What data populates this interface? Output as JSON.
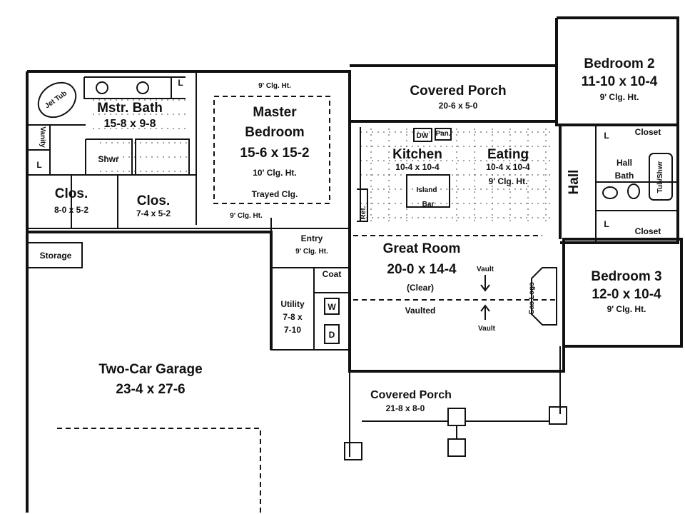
{
  "rooms": {
    "master_bath": {
      "name": "Mstr. Bath",
      "size": "15-8 x 9-8"
    },
    "jet_tub": "Jet Tub",
    "vanity": "Vanity",
    "shower": "Shwr",
    "linen": "L",
    "closet_1": {
      "name": "Clos.",
      "size": "8-0 x 5-2"
    },
    "closet_2": {
      "name": "Clos.",
      "size": "7-4 x 5-2"
    },
    "master_bedroom": {
      "name_1": "Master",
      "name_2": "Bedroom",
      "size": "15-6 x 15-2",
      "ceiling": "10' Clg. Ht.",
      "note": "Trayed Clg.",
      "ceiling_top": "9' Clg. Ht.",
      "ceiling_bottom": "9' Clg. Ht."
    },
    "covered_porch_rear": {
      "name": "Covered Porch",
      "size": "20-6 x 5-0"
    },
    "kitchen": {
      "name": "Kitchen",
      "size": "10-4 x 10-4",
      "dw": "DW",
      "pantry": "Pan.",
      "island": "Island",
      "bar": "Bar",
      "ref": "Ref."
    },
    "eating": {
      "name": "Eating",
      "size": "10-4 x 10-4",
      "ceiling": "9' Clg. Ht."
    },
    "bedroom_2": {
      "name": "Bedroom 2",
      "size": "11-10 x 10-4",
      "ceiling": "9' Clg. Ht."
    },
    "hall": "Hall",
    "hall_bath": {
      "name_1": "Hall",
      "name_2": "Bath",
      "tub": "Tub/Shwr"
    },
    "closet_top": "Closet",
    "closet_bottom": "Closet",
    "bedroom_3": {
      "name": "Bedroom 3",
      "size": "12-0 x 10-4",
      "ceiling": "9' Clg. Ht."
    },
    "great_room": {
      "name": "Great Room",
      "size": "20-0 x 14-4",
      "note": "(Clear)",
      "vaulted": "Vaulted",
      "vault_top": "Vault",
      "vault_bottom": "Vault",
      "fireplace": "Gas Logs"
    },
    "entry": {
      "name": "Entry",
      "ceiling": "9' Clg. Ht."
    },
    "coat": "Coat",
    "utility": {
      "name": "Utility",
      "size_1": "7-8 x",
      "size_2": "7-10",
      "washer": "W",
      "dryer": "D"
    },
    "storage": "Storage",
    "garage": {
      "name": "Two-Car Garage",
      "size": "23-4 x 27-6"
    },
    "covered_porch_front": {
      "name": "Covered Porch",
      "size": "21-8 x 8-0"
    }
  }
}
